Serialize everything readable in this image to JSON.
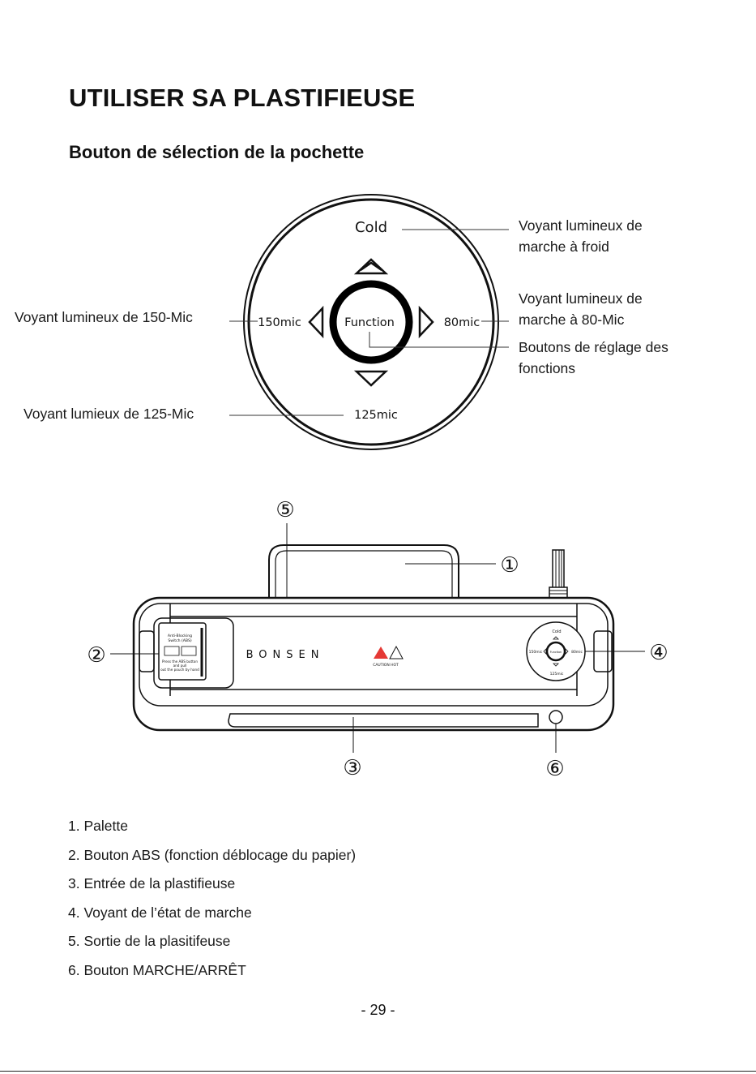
{
  "title": "UTILISER SA PLASTIFIEUSE",
  "subtitle": "Bouton de sélection de la pochette",
  "dial": {
    "cold": "Cold",
    "mic150": "150mic",
    "function": "Function",
    "mic80": "80mic",
    "mic125": "125mic"
  },
  "callouts": {
    "cold": [
      "Voyant lumineux de",
      "marche à froid"
    ],
    "mic80": [
      "Voyant lumineux de",
      "marche à 80-Mic"
    ],
    "function": [
      "Boutons de réglage des",
      "fonctions"
    ],
    "mic150": "Voyant lumineux de 150-Mic",
    "mic125": "Voyant lumieux de 125-Mic"
  },
  "device": {
    "brand": "BONSEN",
    "markers": [
      "①",
      "②",
      "③",
      "④",
      "⑤",
      "⑥"
    ],
    "abs_panel": [
      "Anti-Blocking",
      "Switch (ABS)",
      "Press the ABS button",
      "and pull",
      "out the pouch by hand"
    ],
    "caution": "CAUTION HOT",
    "warn_icon": "hot-surface-warning-icon"
  },
  "legend": [
    "1. Palette",
    "2. Bouton ABS (fonction déblocage du papier)",
    "3. Entrée de la plastifieuse",
    "4. Voyant de l’état de marche",
    "5. Sortie de la plasitifeuse",
    "6. Bouton MARCHE/ARRÊT"
  ],
  "page_number": "- 29 -"
}
